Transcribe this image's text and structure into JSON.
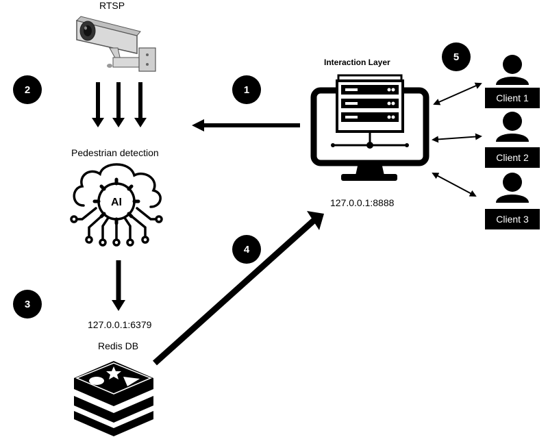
{
  "labels": {
    "rtsp": "RTSP",
    "pedestrian_detection": "Pedestrian detection",
    "redis_address": "127.0.0.1:6379",
    "redis_db": "Redis DB",
    "interaction_layer": "Interaction Layer",
    "server_address": "127.0.0.1:8888",
    "ai_chip": "AI"
  },
  "badges": [
    "1",
    "2",
    "3",
    "4",
    "5"
  ],
  "clients": [
    "Client 1",
    "Client 2",
    "Client 3"
  ],
  "icons": {
    "camera": "cctv-camera-icon",
    "ai": "ai-brain-icon",
    "redis": "redis-db-icon",
    "server": "server-monitor-icon",
    "user": "user-icon"
  },
  "colors": {
    "ink": "#000000",
    "background": "#ffffff"
  }
}
